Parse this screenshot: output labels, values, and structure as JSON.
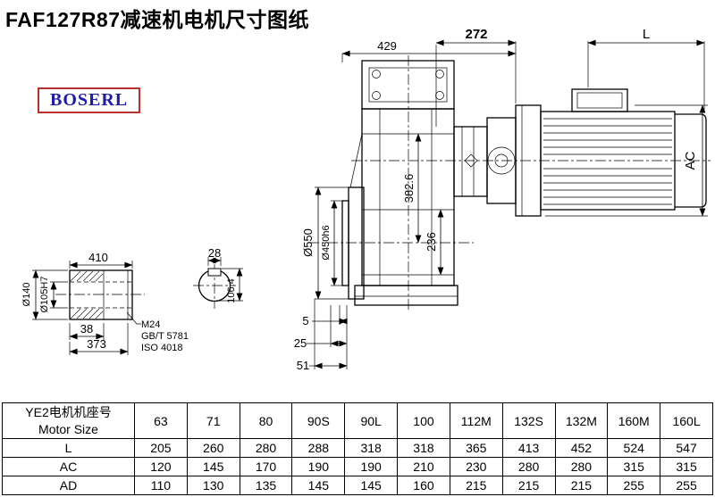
{
  "title": "FAF127R87减速机电机尺寸图纸",
  "logo": {
    "text": "BOSERL"
  },
  "drawing": {
    "dims": {
      "top_gearbox": "429",
      "top_adapter": "272",
      "top_motor": "L",
      "motor_diameter": "AC",
      "flange_od": "Ø550",
      "flange_spigot": "Ø450h6",
      "height_382": "382.6",
      "height_236": "236",
      "shaft_length": "410",
      "key_width": "28",
      "shaft_od": "Ø140",
      "bore": "Ø105H7",
      "dim_38": "38",
      "dim_373": "373",
      "thread": "M24",
      "std_gb": "GB/T 5781",
      "std_iso": "ISO 4018",
      "key_height": "106.4",
      "dim_5": "5",
      "dim_25": "25",
      "dim_51": "51"
    }
  },
  "table": {
    "header": {
      "line1": "YE2电机机座号",
      "line2": "Motor Size"
    },
    "sizes": [
      "63",
      "71",
      "80",
      "90S",
      "90L",
      "100",
      "112M",
      "132S",
      "132M",
      "160M",
      "160L"
    ],
    "rows": [
      {
        "label": "L",
        "values": [
          "205",
          "260",
          "280",
          "288",
          "318",
          "318",
          "365",
          "413",
          "452",
          "524",
          "547"
        ]
      },
      {
        "label": "AC",
        "values": [
          "120",
          "145",
          "170",
          "190",
          "190",
          "210",
          "230",
          "280",
          "280",
          "315",
          "315"
        ]
      },
      {
        "label": "AD",
        "values": [
          "110",
          "130",
          "135",
          "145",
          "145",
          "160",
          "215",
          "215",
          "215",
          "255",
          "255"
        ]
      }
    ]
  }
}
